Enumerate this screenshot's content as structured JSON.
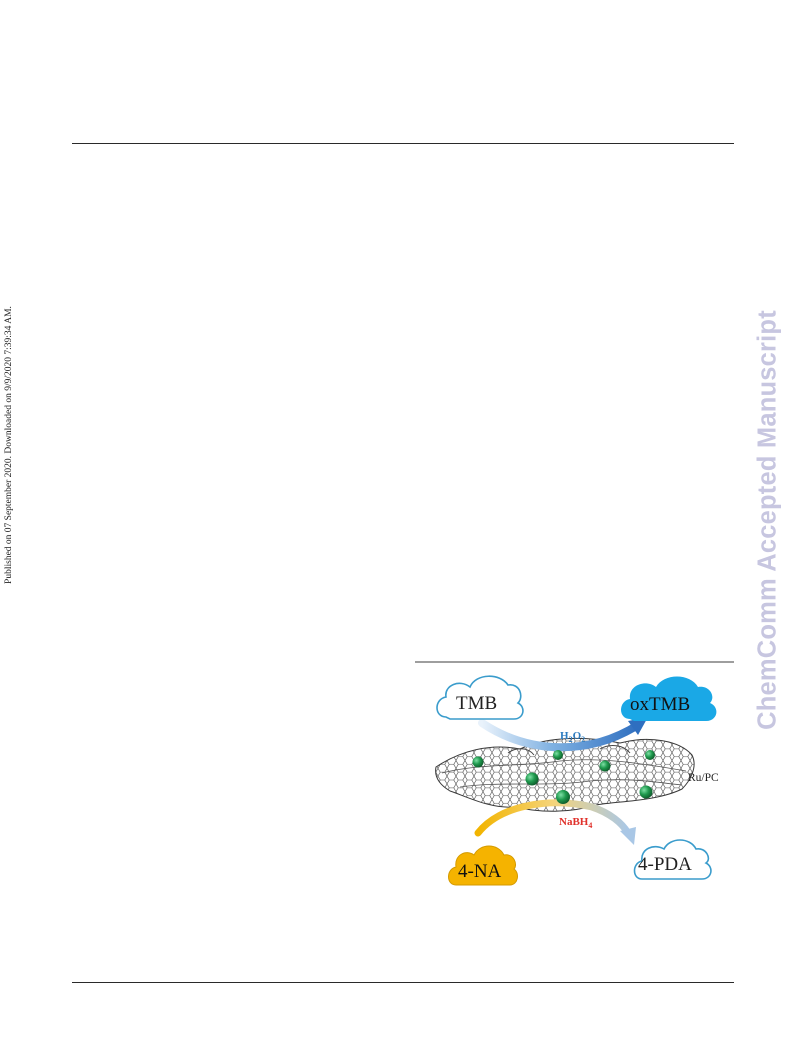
{
  "page": {
    "side_note": "Published on 07 September 2020. Downloaded on 9/9/2020 7:39:34 AM.",
    "watermark": "ChemComm Accepted Manuscript"
  },
  "figure": {
    "clouds": {
      "substrate_oxidation": "TMB",
      "product_oxidation": "oxTMB",
      "substrate_reduction": "4-NA",
      "product_reduction": "4-PDA"
    },
    "reagents": {
      "oxidant_main": "H",
      "oxidant_sub1": "2",
      "oxidant_mid": "O",
      "oxidant_sub2": "2",
      "reductant_main": "NaBH",
      "reductant_sub": "4"
    },
    "catalyst_label": "Ru/PC",
    "colors": {
      "oxidant_label": "#2d7cc0",
      "reductant_label": "#e0312b",
      "oxTMB_cloud": "#1aa8e6",
      "na_cloud": "#f5b300",
      "outline_cloud": "#3a9ccc",
      "nanoparticle": "#1f9a4e"
    }
  }
}
